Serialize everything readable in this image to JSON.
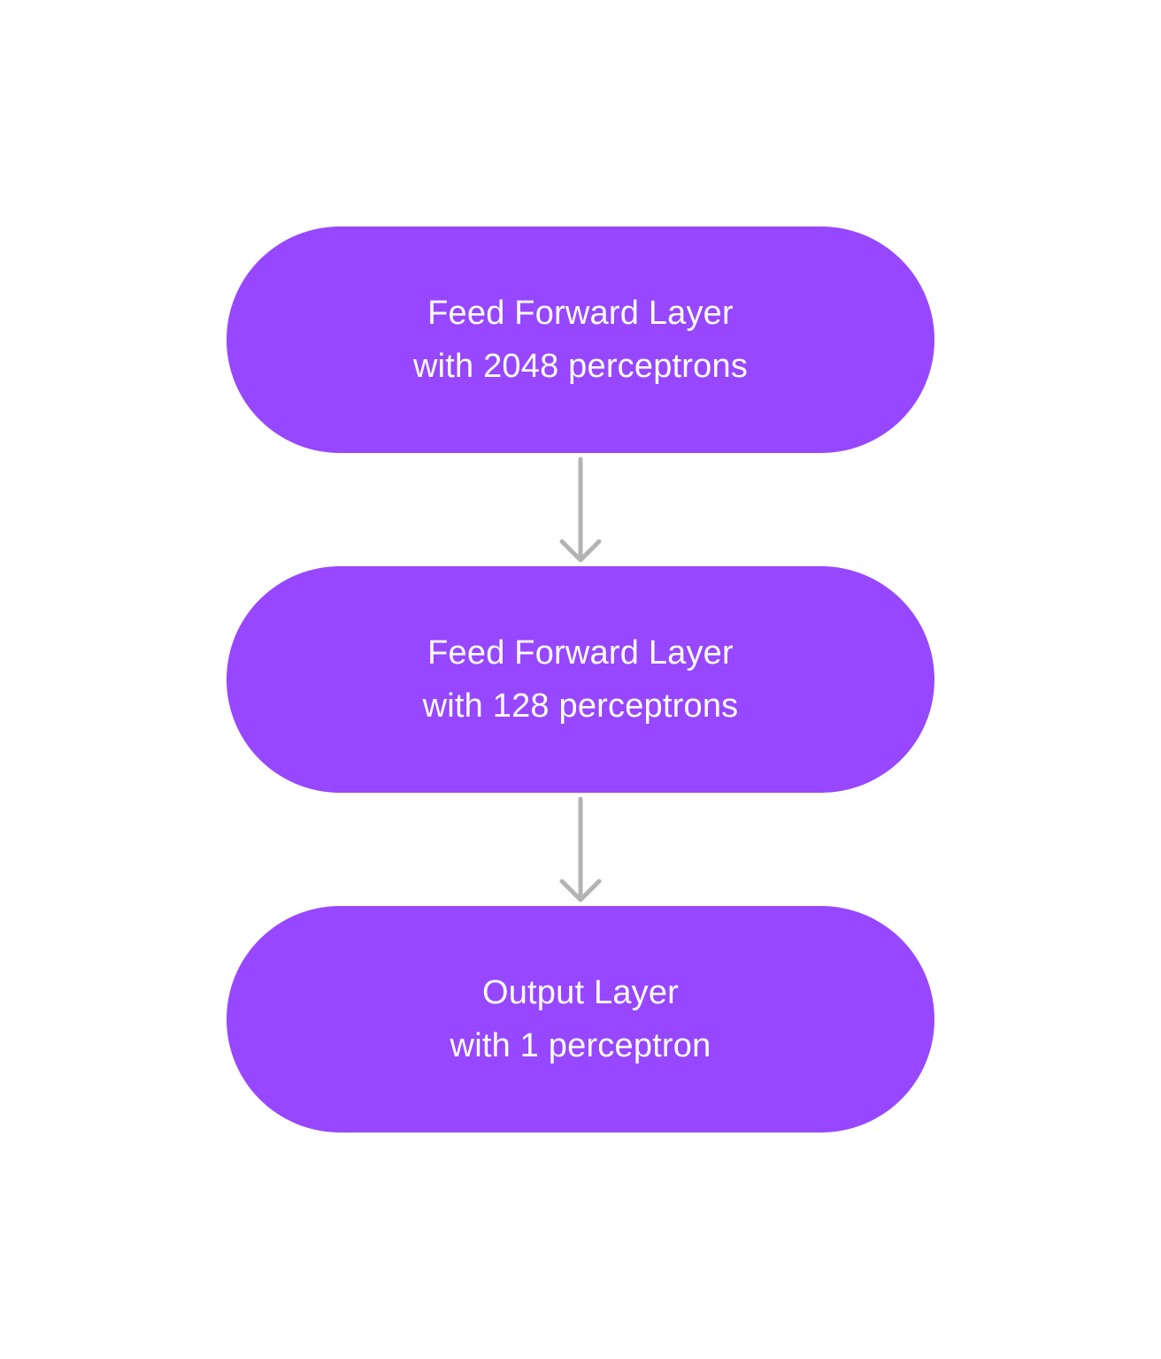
{
  "diagram": {
    "colors": {
      "node_fill": "#9747FF",
      "node_text": "#FFFFFF",
      "connector": "#B3B3B3",
      "background": "#FFFFFF"
    },
    "nodes": [
      {
        "title": "Feed Forward Layer",
        "subtitle": "with 2048 perceptrons"
      },
      {
        "title": "Feed Forward Layer",
        "subtitle": "with 128 perceptrons"
      },
      {
        "title": "Output Layer",
        "subtitle": "with 1 perceptron"
      }
    ],
    "edges": [
      {
        "from": 0,
        "to": 1
      },
      {
        "from": 1,
        "to": 2
      }
    ]
  }
}
